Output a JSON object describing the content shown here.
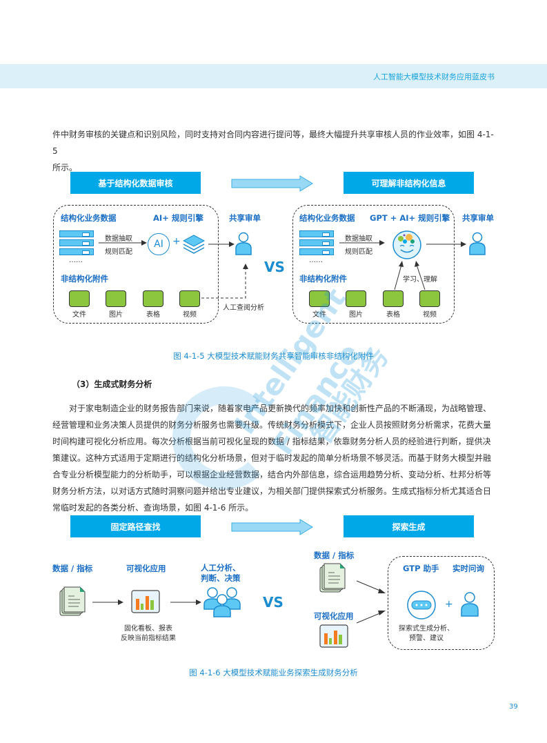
{
  "header": {
    "title": "人工智能大模型技术财务应用蓝皮书"
  },
  "intro_paragraph": {
    "line1": "件中财务审核的关键点和识别风险，同时支持对合同内容进行提问等，最终大幅提升共享审核人员的作业效率，如图 4-1-5",
    "line2": "所示。"
  },
  "figure1": {
    "left_title": "基于结构化数据审核",
    "right_title": "可理解非结构化信息",
    "left": {
      "structured_label": "结构化业务数据",
      "engine_label": "AI+ 规则引擎",
      "output_label": "共享审单",
      "arrow_label_1": "数据抽取",
      "arrow_label_2": "规则匹配",
      "ellipsis": "……",
      "unstructured_label": "非结构化附件",
      "ai_badge": "AI",
      "plus": "+",
      "manual_label": "人工查阅分析",
      "attachments": [
        "文件",
        "图片",
        "表格",
        "视频"
      ]
    },
    "vs": "VS",
    "right": {
      "structured_label": "结构化业务数据",
      "engine_label": "GPT + AI+ 规则引擎",
      "output_label": "共享审单",
      "arrow_label_1": "数据抽取",
      "arrow_label_2": "规则匹配",
      "ellipsis": "……",
      "unstructured_label": "非结构化附件",
      "learn_label": "学习、理解",
      "attachments": [
        "文件",
        "图片",
        "表格",
        "视频"
      ]
    },
    "caption": "图 4-1-5 大模型技术赋能财务共享智能审核非结构化附件"
  },
  "section": {
    "heading": "（3）生成式财务分析",
    "paragraph_lines": [
      "对于家电制造企业的财务报告部门来说，随着家电产品更新换代的频率加快和创新性产品的不断涌现，为战略管理、",
      "经营管理和业务决策人员提供的财务分析服务也需要升级。传统财务分析模式下，企业人员按照财务分析需求，花费大量",
      "时间构建可视化分析应用。每次分析根据当前可视化呈现的数据 / 指标结果，依靠财务分析人员的经验进行判断，提供决",
      "策建议。这种方式适用于定期进行的结构化分析场景，但对于临时发起的简单分析场景不够灵活。而基于财务大模型并融",
      "合专业分析模型能力的分析助手，可以根据企业经营数据，结合内外部信息，综合运用趋势分析、变动分析、杜邦分析等",
      "财务分析方法，以对话方式随时洞察问题并给出专业建议，为相关部门提供探索式分析服务。生成式指标分析尤其适合日",
      "常临时发起的各类分析、查询场景，如图 4-1-6 所示。"
    ]
  },
  "figure2": {
    "left_title": "固定路径查找",
    "right_title": "探索生成",
    "left": {
      "data_label": "数据 / 指标",
      "viz_label": "可视化应用",
      "people_label_1": "人工分析、",
      "people_label_2": "判断、决策",
      "viz_desc_1": "固化看板、报表",
      "viz_desc_2": "反映当前指标结果"
    },
    "vs": "VS",
    "right": {
      "data_label": "数据 / 指标",
      "viz_label": "可视化应用",
      "assistant_label": "GTP 助手",
      "realtime_label": "实时问询",
      "plus": "+",
      "desc_1": "探索式生成分析、",
      "desc_2": "预警、建议"
    },
    "caption": "图 4-1-6 大模型技术赋能业务探索生成财务分析"
  },
  "watermark": {
    "line1": "Intelligent",
    "line2": "Finance",
    "line3": "智能财务"
  },
  "page_number": "39",
  "colors": {
    "accent_blue": "#00a8e8",
    "header_band": "#dcf0fa",
    "label_blue": "#1b6fc4",
    "icon_green": "#8cc63f"
  }
}
